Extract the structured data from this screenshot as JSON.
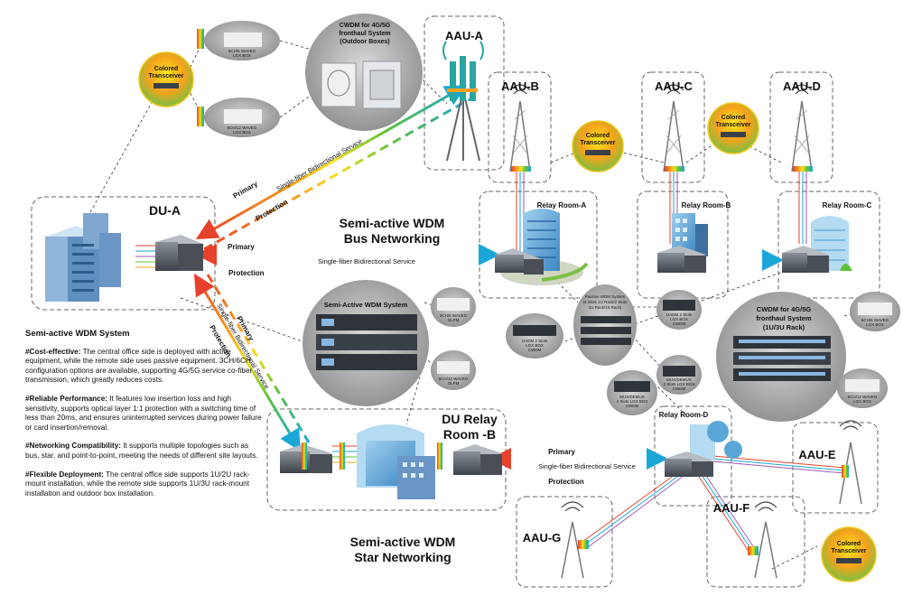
{
  "titles": {
    "bus": [
      "Semi-active WDM",
      "Bus Networking"
    ],
    "star": [
      "Semi-active WDM",
      "Star Networking"
    ]
  },
  "nodes": {
    "du_a": "DU-A",
    "du_relay_b": [
      "DU Relay",
      "Room -B"
    ],
    "aau_a": "AAU-A",
    "aau_b": "AAU-B",
    "aau_c": "AAU-C",
    "aau_d": "AAU-D",
    "aau_e": "AAU-E",
    "aau_f": "AAU-F",
    "aau_g": "AAU-G",
    "relay_a": "Relay Room-A",
    "relay_b": "Relay Room-B",
    "relay_c": "Relay Room-C",
    "relay_d": "Relay Room-D"
  },
  "links": {
    "primary": "Primary",
    "protection": "Protection",
    "service": "Single-fiber Bidirectional Service"
  },
  "callouts": {
    "cwdm_outdoor": [
      "CWDM for 4G/5G",
      "fronthaul System",
      "(Outdoor Boxes)"
    ],
    "semi_active": "Semi-Active WDM System",
    "cwdm_rack": [
      "CWDM for 4G/5G",
      "fronthaul System",
      "(1U/3U Rack)"
    ],
    "colored_transceiver": [
      "Colored",
      "Transceiver"
    ],
    "passive_wdm": [
      "Passive WDM System",
      "(4 Slots 1U Rack/2 Slots",
      "1U Rack/16 Rack)"
    ]
  },
  "device_labels": {
    "lgx_1": [
      "6CH/6 WAVEG",
      "LGX BOX"
    ],
    "lgx_2": [
      "6CH/12 WAVEG",
      "LGX BOX"
    ],
    "olpm_1": [
      "3CH/6 WAVEG",
      "OLPM"
    ],
    "olpm_2": [
      "6CH/12 WAVEG",
      "OLPM"
    ],
    "oadm_1": [
      "OADM 2 Slots",
      "LGX BOX",
      "CWDM"
    ],
    "oadm_2": [
      "OADM 2 Slots",
      "LGX BOX",
      "CWDM"
    ],
    "mux_1": [
      "MUX/DEMUX",
      "2 Slots LGX BOX",
      "CWDM"
    ],
    "mux_2": [
      "MUX/DEMUX",
      "4 Slots LGX BOX",
      "CWDM"
    ],
    "rack_lgx_1": [
      "6CH/6 WAVEG",
      "LGX BOX"
    ],
    "rack_lgx_2": [
      "6CH/12 WAVEG",
      "LGX BOX"
    ]
  },
  "side_panel": {
    "title": "Semi-active WDM System",
    "paragraphs": [
      {
        "head": "#Cost-effective:",
        "body": " The central office side is deployed with active equipment, while the remote side uses passive equipment. 3CH/6CH configuration options are available, supporting 4G/5G service co-fiber transmission, which greatly reduces costs."
      },
      {
        "head": "#Reliable Performance:",
        "body": " It features low insertion loss and high sensitivity, supports optical layer 1:1 protection with a switching time of less than 20ms, and ensures uninterrupted services during power failure or card insertion/removal."
      },
      {
        "head": "#Networking Compatibility:",
        "body": " It supports multiple topologies such as bus, star, and point-to-point, meeting the needs of different site layouts."
      },
      {
        "head": "#Flexible Deployment:",
        "body": " The central office side supports 1U/2U rack-mount installation, while the remote side supports 1U/3U rack-mount installation and outdoor box installation."
      }
    ]
  },
  "colors": {
    "primary_link": "#d9534f",
    "gradient": [
      "#e8412b",
      "#f7a21b",
      "#f2e21b",
      "#5fc33a",
      "#1aa7d8"
    ],
    "box_stroke": "#666666",
    "device_dark": "#4a4f57",
    "building_blue": "#5aa6d9"
  }
}
